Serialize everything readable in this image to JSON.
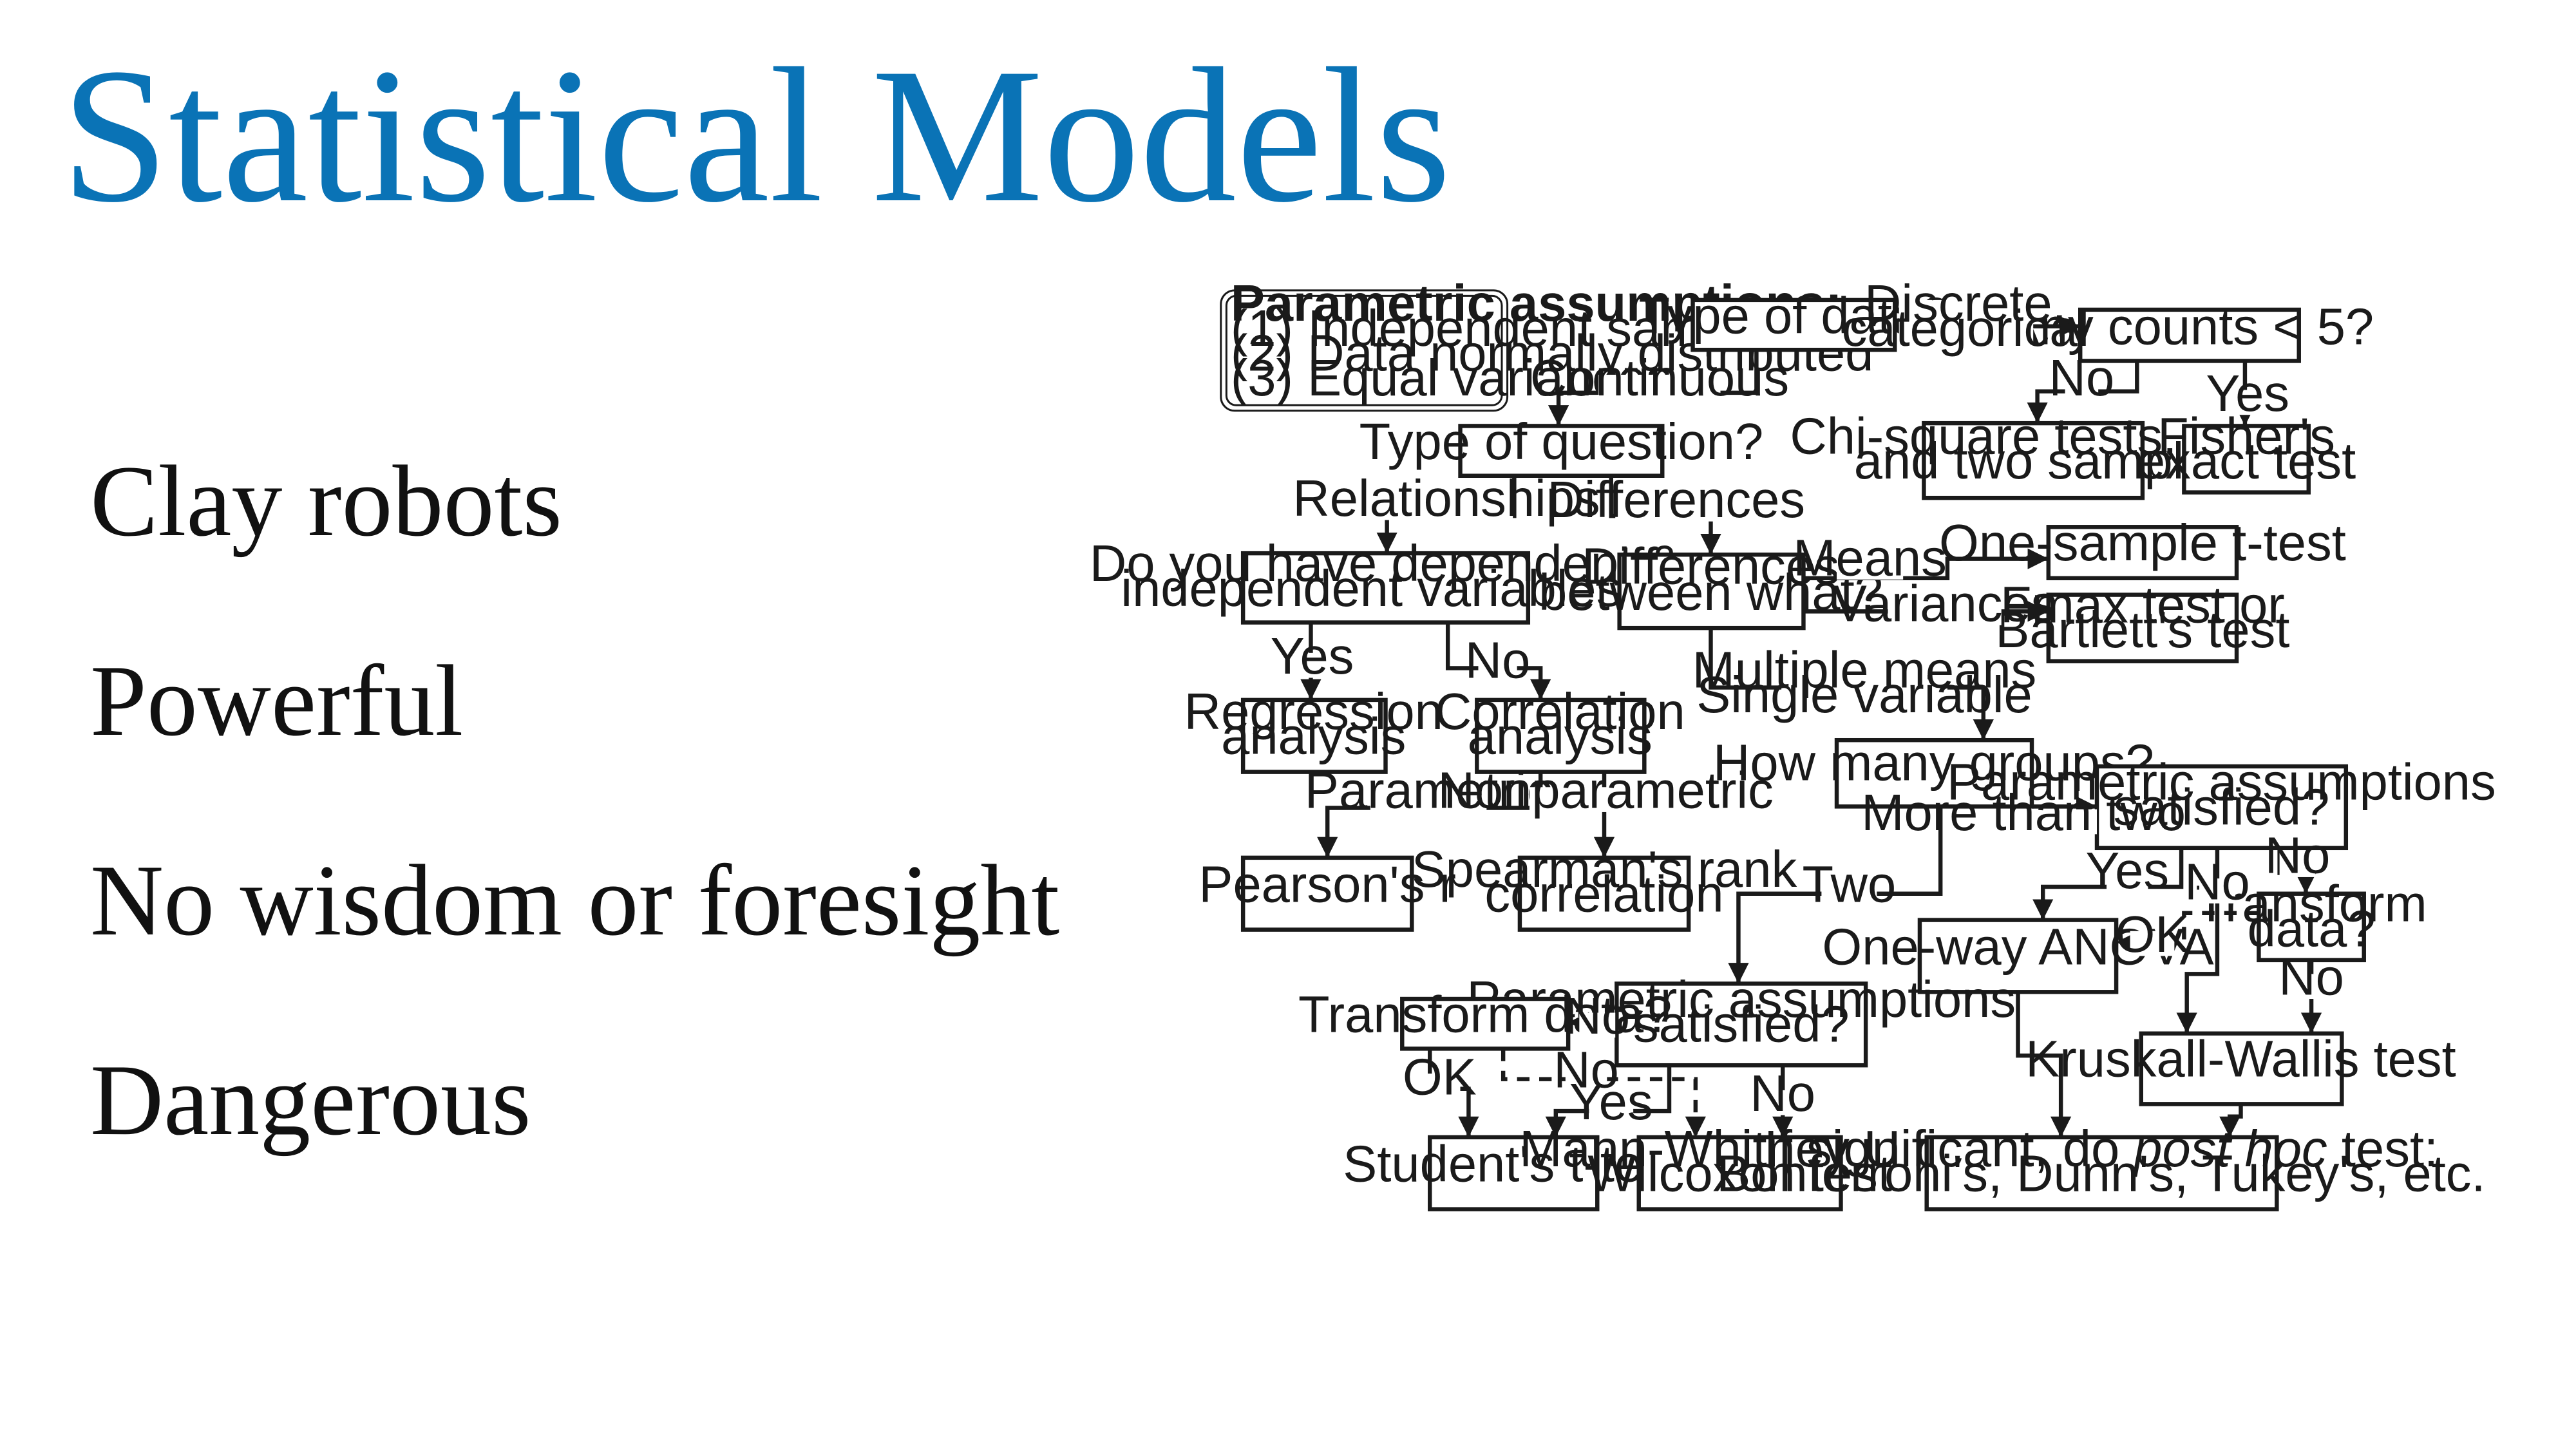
{
  "slide": {
    "title": "Statistical Models",
    "bullets": [
      "Clay robots",
      "Powerful",
      "No wisdom or foresight",
      "Dangerous"
    ],
    "title_color": "#0a73b6"
  },
  "flowchart": {
    "assumptions": {
      "heading": "Parametric assumptions:",
      "items": [
        "(1) Independent samples",
        "(2) Data normally distributed",
        "(3) Equal variances"
      ]
    },
    "nodes": {
      "type_of_data": [
        "Type of data?"
      ],
      "any_counts": [
        "Any counts < 5?"
      ],
      "chi_square": [
        "Chi-square tests, one",
        "and two sample"
      ],
      "fisher": [
        "Fisher's",
        "exact test"
      ],
      "type_of_question": [
        "Type of question?"
      ],
      "dependent": [
        "Do you have dependent &",
        "independent variables?"
      ],
      "differences": [
        "Differences",
        "between what?"
      ],
      "one_sample": [
        "One-sample t-test"
      ],
      "fmax": [
        "Fmax test or",
        "Bartlett's test"
      ],
      "regression": [
        "Regression",
        "analysis"
      ],
      "correlation": [
        "Correlation",
        "analysis"
      ],
      "how_many": [
        "How many groups?"
      ],
      "param_assump_right": [
        "Parametric assumptions",
        "satisfied?"
      ],
      "pearson": [
        "Pearson's r"
      ],
      "spearman": [
        "Spearman's rank",
        "correlation"
      ],
      "transform_right": [
        "Transform",
        "data?"
      ],
      "anova": [
        "One-way ANOVA"
      ],
      "param_assump_center": [
        "Parametric assumptions",
        "satisfied?"
      ],
      "transform_left": [
        "Transform data?"
      ],
      "kruskal": [
        "Kruskall-Wallis test"
      ],
      "students": [
        "Student's t-test"
      ],
      "mann_whitney": [
        "Mann-Whitney U or",
        "Wilcoxon test"
      ],
      "post_hoc_pre": "If significant, do ",
      "post_hoc_em": "post hoc",
      "post_hoc_post": " test:",
      "post_hoc_line2": "Bonferroni's, Dunn's, Tukey's, etc."
    },
    "edge_labels": {
      "discrete": [
        "Discrete,",
        "categorical"
      ],
      "continuous": "Continuous",
      "counts_no": "No",
      "counts_yes": "Yes",
      "relationships": "Relationships",
      "differences": "Differences",
      "means": "Means",
      "variances": "Variances",
      "dep_yes": "Yes",
      "dep_no": "No",
      "multiple": [
        "Multiple means",
        "Single variable"
      ],
      "parametric": "Parametric",
      "nonparametric": "Nonparametric",
      "more_than_two": "More than two",
      "right_yes": "Yes",
      "right_no_mid": "No",
      "right_no": "No",
      "transform_ok": "OK",
      "transform_no": "No",
      "two": "Two",
      "center_no_left": "No",
      "center_no_dashed": "No",
      "center_yes": "Yes",
      "center_no_down": "No",
      "left_ok": "OK"
    }
  }
}
